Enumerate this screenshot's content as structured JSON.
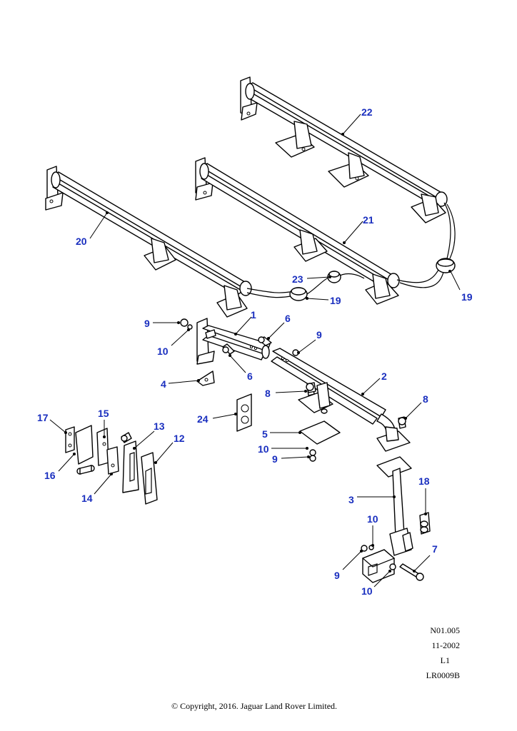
{
  "callouts": {
    "c1": "1",
    "c2": "2",
    "c3": "3",
    "c4": "4",
    "c5": "5",
    "c6a": "6",
    "c6b": "6",
    "c7": "7",
    "c8a": "8",
    "c8b": "8",
    "c9a": "9",
    "c9b": "9",
    "c9c": "9",
    "c9d": "9",
    "c10a": "10",
    "c10b": "10",
    "c10c": "10",
    "c10d": "10",
    "c12": "12",
    "c13": "13",
    "c14": "14",
    "c15": "15",
    "c16": "16",
    "c17": "17",
    "c18": "18",
    "c19a": "19",
    "c19b": "19",
    "c20": "20",
    "c21": "21",
    "c22": "22",
    "c23": "23",
    "c24": "24"
  },
  "meta": {
    "code": "N01.005",
    "date": "11-2002",
    "level": "L1",
    "ref": "LR0009B"
  },
  "copyright": "© Copyright, 2016. Jaguar Land Rover Limited."
}
